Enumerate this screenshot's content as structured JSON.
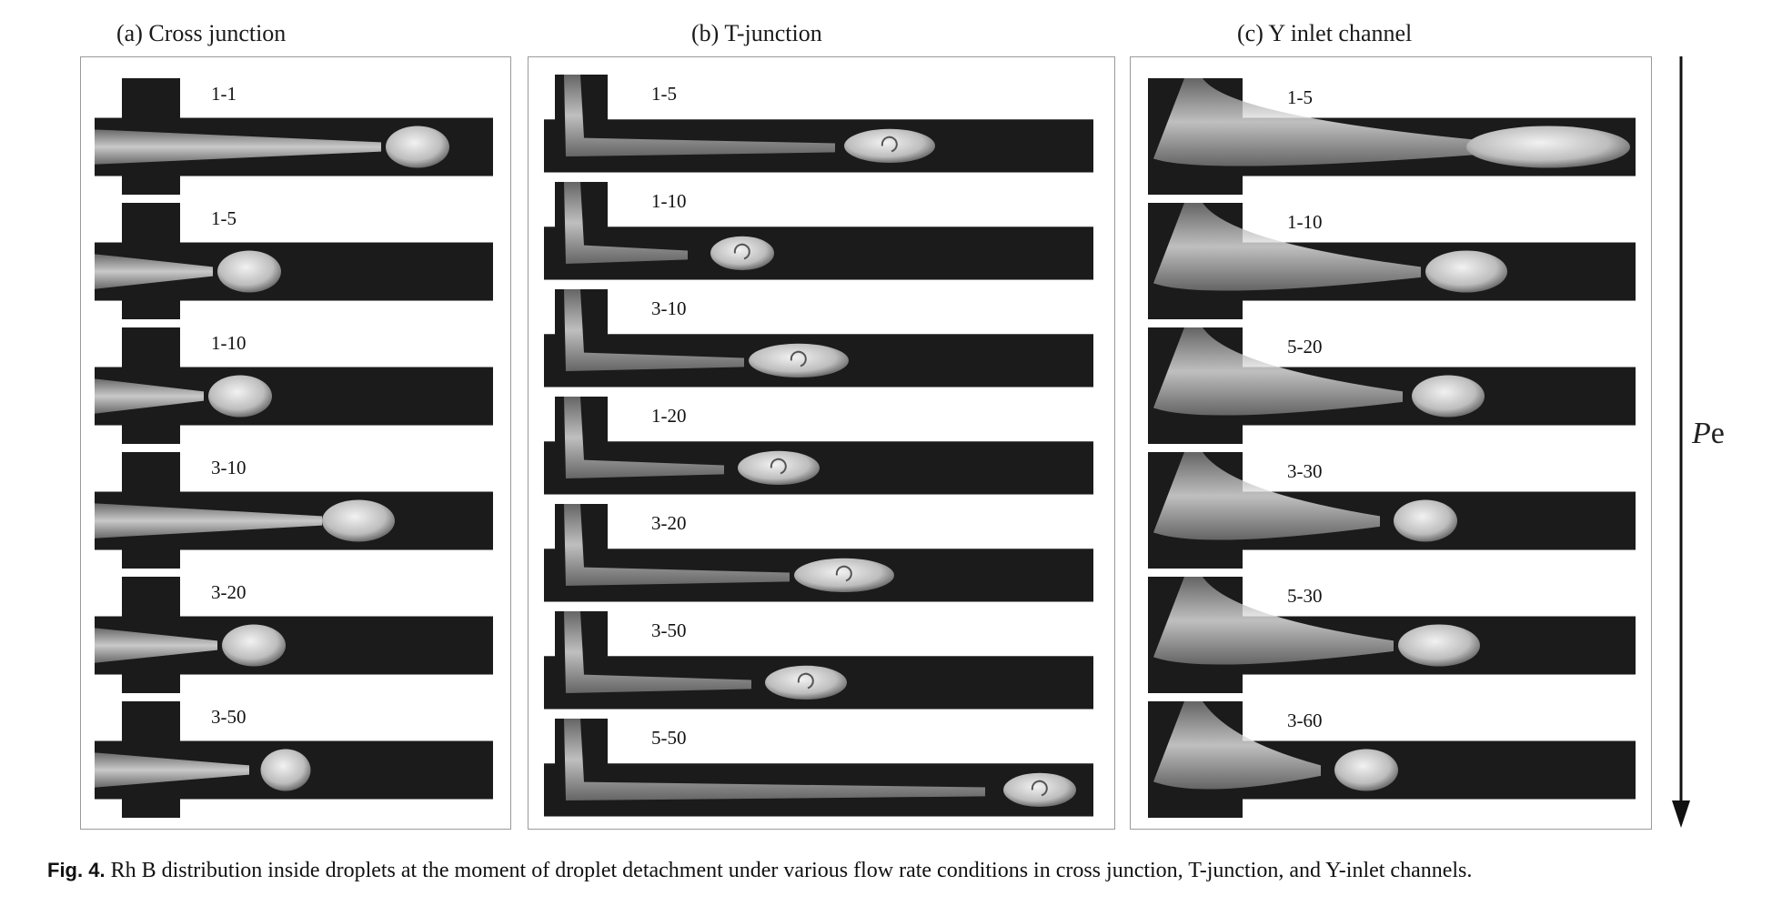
{
  "panels": {
    "a": {
      "title": "(a) Cross junction",
      "frames": [
        "1-1",
        "1-5",
        "1-10",
        "3-10",
        "3-20",
        "3-50"
      ]
    },
    "b": {
      "title": "(b) T-junction",
      "frames": [
        "1-5",
        "1-10",
        "3-10",
        "1-20",
        "3-20",
        "3-50",
        "5-50"
      ]
    },
    "c": {
      "title": "(c) Y inlet channel",
      "frames": [
        "1-5",
        "1-10",
        "5-20",
        "3-30",
        "5-30",
        "3-60"
      ]
    }
  },
  "axis": {
    "pe_italic": "P",
    "pe_rest": "e"
  },
  "caption": {
    "fig": "Fig. 4.",
    "text": " Rh B distribution inside droplets at the moment of droplet detachment under various flow rate conditions in cross junction, T-junction, and Y-inlet channels."
  }
}
